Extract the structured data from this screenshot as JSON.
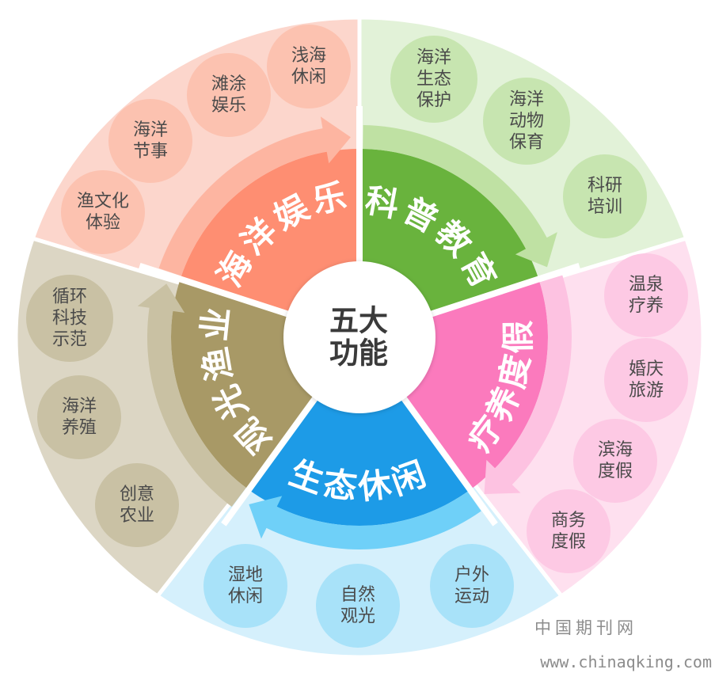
{
  "center": {
    "lines": [
      "五大",
      "功能"
    ]
  },
  "sectors": [
    {
      "label": "海洋娱乐",
      "colors": {
        "outer": "#fcd6cc",
        "wedge": "#fe8e72",
        "band": "#fdb5a1",
        "bubble": "#fcc2b0"
      },
      "items": [
        [
          "渔文化",
          "体验"
        ],
        [
          "海洋",
          "节事"
        ],
        [
          "滩涂",
          "娱乐"
        ],
        [
          "浅海",
          "休闲"
        ]
      ]
    },
    {
      "label": "科普教育",
      "colors": {
        "outer": "#e2f2d8",
        "wedge": "#69b33d",
        "band": "#bfe1a3",
        "bubble": "#c7e5b0"
      },
      "items": [
        [
          "海洋",
          "生态",
          "保护"
        ],
        [
          "海洋",
          "动物",
          "保育"
        ],
        [
          "科研",
          "培训"
        ]
      ]
    },
    {
      "label": "疗养度假",
      "colors": {
        "outer": "#fee0ef",
        "wedge": "#fb7abd",
        "band": "#fdc2e1",
        "bubble": "#fdc9e4"
      },
      "items": [
        [
          "温泉",
          "疗养"
        ],
        [
          "婚庆",
          "旅游"
        ],
        [
          "滨海",
          "度假"
        ],
        [
          "商务",
          "度假"
        ]
      ]
    },
    {
      "label": "生态休闲",
      "colors": {
        "outer": "#d5f0fc",
        "wedge": "#1d9be7",
        "band": "#6fd0f8",
        "bubble": "#a8e2f9"
      },
      "items": [
        [
          "湿地",
          "休闲"
        ],
        [
          "自然",
          "观光"
        ],
        [
          "户外",
          "运动"
        ]
      ]
    },
    {
      "label": "观光渔业",
      "colors": {
        "outer": "#dcd6c4",
        "wedge": "#a89966",
        "band": "#c9c1a3",
        "bubble": "#c9c1a4"
      },
      "items": [
        [
          "循环",
          "科技",
          "示范"
        ],
        [
          "海洋",
          "养殖"
        ],
        [
          "创意",
          "农业"
        ]
      ]
    }
  ],
  "watermark": {
    "site_name": "中国期刊网",
    "url": "www.chinaqking.com"
  }
}
